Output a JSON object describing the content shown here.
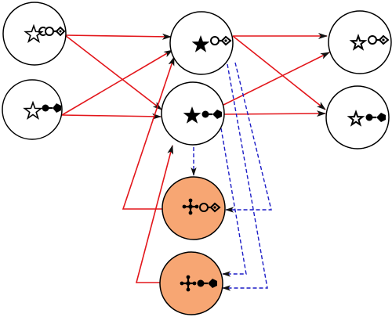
{
  "colors": {
    "background": "#ffffff",
    "node_fill": "#ffffff",
    "node_stroke": "#000000",
    "highlight_fill": "#f7a673",
    "red_edge": "#e3161b",
    "blue_dashed_edge": "#1c1cc6",
    "arrowhead": "#111111"
  },
  "nodes": [
    {
      "id": "in-a",
      "star": "outline-star-icon",
      "key": "outline-key-icon",
      "fill": "node_fill"
    },
    {
      "id": "in-b",
      "star": "outline-star-icon",
      "key": "filled-key-icon",
      "fill": "node_fill"
    },
    {
      "id": "mid-a",
      "star": "filled-star-icon",
      "key": "outline-key-icon",
      "fill": "node_fill"
    },
    {
      "id": "mid-b",
      "star": "filled-star-icon",
      "key": "filled-key-icon",
      "fill": "node_fill"
    },
    {
      "id": "out-a",
      "star": "double-star-icon",
      "key": "outline-key-icon",
      "fill": "node_fill"
    },
    {
      "id": "out-b",
      "star": "double-star-icon",
      "key": "filled-key-icon",
      "fill": "node_fill"
    },
    {
      "id": "aux-a",
      "star": "cross-node-icon",
      "key": "outline-key-icon",
      "fill": "highlight_fill"
    },
    {
      "id": "aux-b",
      "star": "cross-node-icon",
      "key": "filled-key-icon",
      "fill": "highlight_fill"
    }
  ],
  "edges": [
    {
      "from": "in-a",
      "to": "mid-a",
      "style": "red_edge"
    },
    {
      "from": "in-a",
      "to": "mid-b",
      "style": "red_edge"
    },
    {
      "from": "in-b",
      "to": "mid-a",
      "style": "red_edge"
    },
    {
      "from": "in-b",
      "to": "mid-b",
      "style": "red_edge"
    },
    {
      "from": "mid-a",
      "to": "out-a",
      "style": "red_edge"
    },
    {
      "from": "mid-a",
      "to": "out-b",
      "style": "red_edge"
    },
    {
      "from": "mid-b",
      "to": "out-a",
      "style": "red_edge"
    },
    {
      "from": "mid-b",
      "to": "out-b",
      "style": "red_edge"
    },
    {
      "from": "aux-a",
      "to": "mid-a",
      "style": "red_edge"
    },
    {
      "from": "aux-b",
      "to": "mid-b",
      "style": "red_edge"
    },
    {
      "from": "mid-b",
      "to": "aux-a",
      "style": "blue_dashed_edge"
    },
    {
      "from": "mid-a",
      "to": "aux-a",
      "style": "blue_dashed_edge"
    },
    {
      "from": "mid-a",
      "to": "aux-b",
      "style": "blue_dashed_edge"
    },
    {
      "from": "mid-b",
      "to": "aux-b",
      "style": "blue_dashed_edge"
    }
  ]
}
